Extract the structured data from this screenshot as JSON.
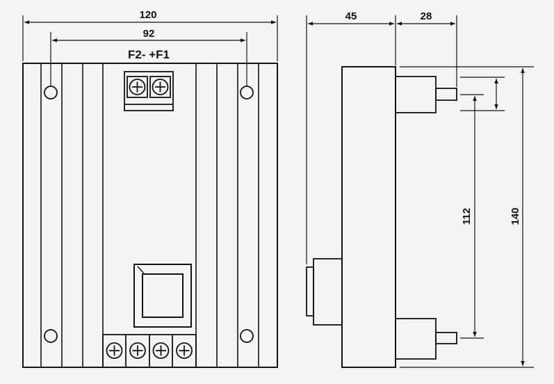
{
  "front_view": {
    "width_dim": "120",
    "hole_spacing_dim": "92",
    "terminal_label": "F2- +F1",
    "top_terminal_count": 2,
    "bottom_terminal_count": 4
  },
  "side_view": {
    "depth_dim": "45",
    "stud_length_dim": "28",
    "stud_spacing_dim": "112",
    "height_dim": "140"
  },
  "colors": {
    "line": "#111111",
    "background": "#f4f4f6"
  }
}
